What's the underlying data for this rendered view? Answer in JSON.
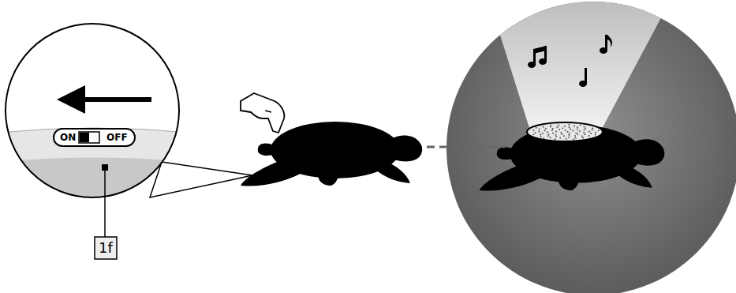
{
  "diagram": {
    "labels": [
      "ON",
      "OFF",
      "1f"
    ]
  }
}
